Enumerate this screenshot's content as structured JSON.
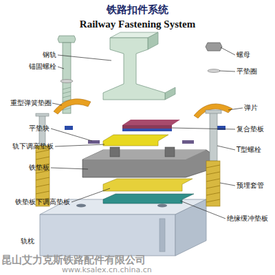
{
  "diagram": {
    "title": "铁路扣件系统",
    "labels": [
      "钢轨",
      "锚固螺栓",
      "重型弹簧垫圈",
      "平垫块",
      "轨下调高垫板",
      "铁垫板",
      "铁垫板下调高垫板",
      "轨枕",
      "螺母",
      "平垫圈",
      "弹片",
      "复合垫板",
      "T型螺栓",
      "预埋套管",
      "绝缘缓冲垫板",
      "Railway Fastening System",
      "昆山艾力克斯铁路配件有限公司",
      "www.ksalex.cn.china.cn"
    ]
  }
}
